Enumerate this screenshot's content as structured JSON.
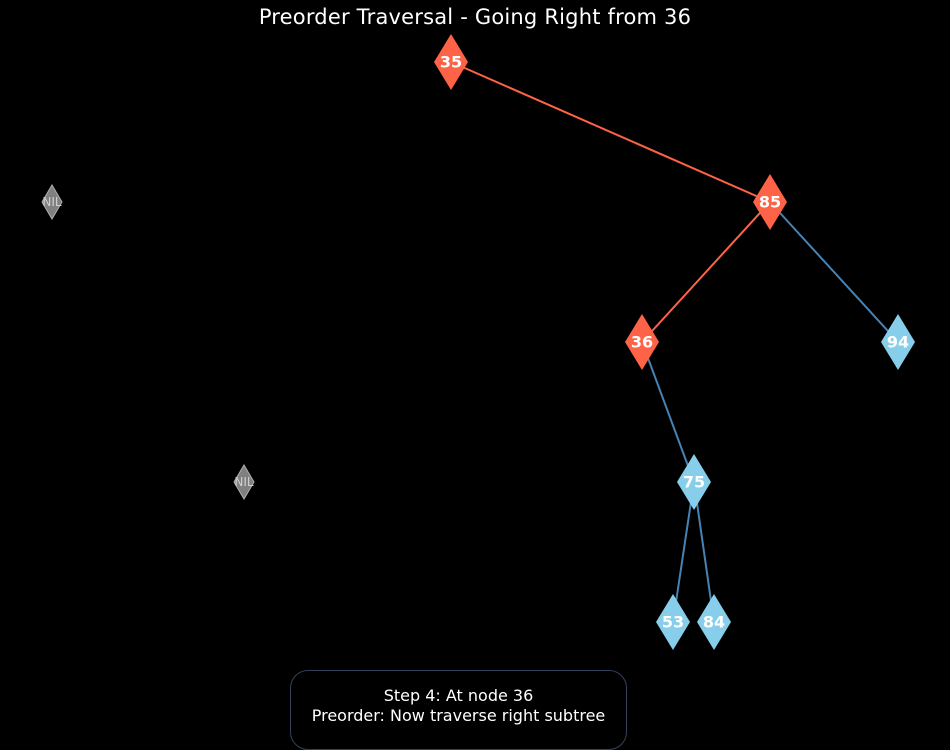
{
  "title": "Preorder Traversal - Going Right from 36",
  "status": {
    "line1": "Step 4: At node 36",
    "line2": "Preorder: Now traverse right subtree"
  },
  "colors": {
    "visited_node": "#ff6347",
    "unvisited_node": "#87ceeb",
    "nil_node": "#808080",
    "visited_edge": "#ff6347",
    "unvisited_edge": "#4682b4",
    "background": "#000000"
  },
  "nodes": [
    {
      "id": "n35",
      "label": "35",
      "state": "visited"
    },
    {
      "id": "n85",
      "label": "85",
      "state": "visited"
    },
    {
      "id": "n36",
      "label": "36",
      "state": "visited"
    },
    {
      "id": "n94",
      "label": "94",
      "state": "unvisited"
    },
    {
      "id": "n75",
      "label": "75",
      "state": "unvisited"
    },
    {
      "id": "n53",
      "label": "53",
      "state": "unvisited"
    },
    {
      "id": "n84",
      "label": "84",
      "state": "unvisited"
    },
    {
      "id": "nil1",
      "label": "NIL",
      "state": "nil"
    },
    {
      "id": "nil2",
      "label": "NIL",
      "state": "nil"
    }
  ],
  "edges": [
    {
      "from": "n35",
      "to": "n85",
      "state": "visited"
    },
    {
      "from": "n85",
      "to": "n36",
      "state": "visited"
    },
    {
      "from": "n85",
      "to": "n94",
      "state": "unvisited"
    },
    {
      "from": "n36",
      "to": "n75",
      "state": "unvisited"
    },
    {
      "from": "n75",
      "to": "n53",
      "state": "unvisited"
    },
    {
      "from": "n75",
      "to": "n84",
      "state": "unvisited"
    }
  ]
}
